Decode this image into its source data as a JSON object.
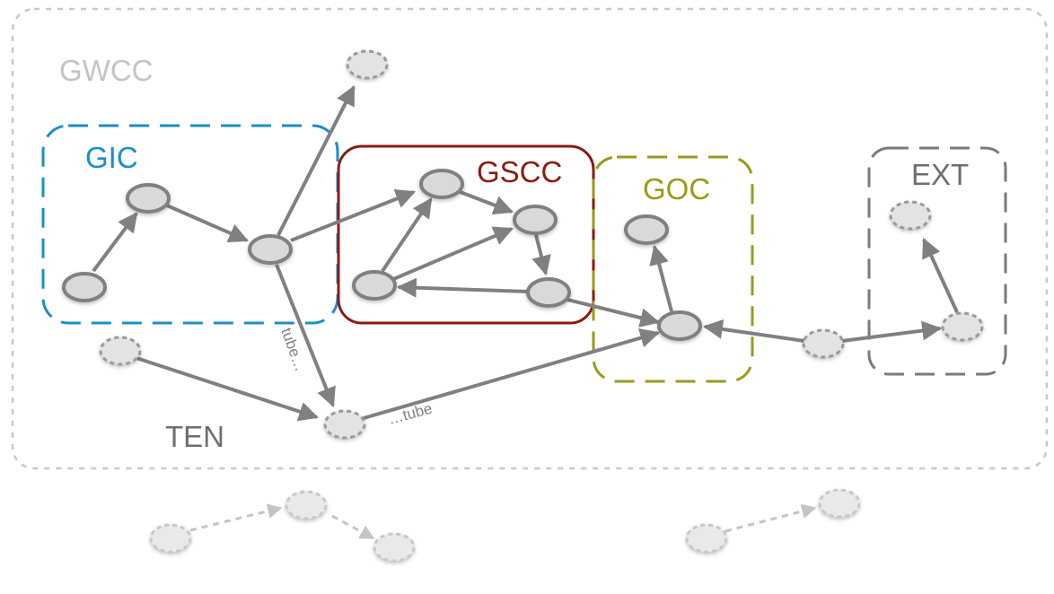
{
  "regions": {
    "gwcc": {
      "label": "GWCC",
      "color": "#b8b8b8"
    },
    "gic": {
      "label": "GIC",
      "color": "#1a8fc9"
    },
    "gscc": {
      "label": "GSCC",
      "color": "#8b1a12"
    },
    "goc": {
      "label": "GOC",
      "color": "#9a9a1a"
    },
    "ext": {
      "label": "EXT",
      "color": "#6e6e6e"
    },
    "ten": {
      "label": "TEN",
      "color": "#6e6e6e"
    }
  },
  "edge_labels": {
    "tube_left": "tube…",
    "tube_right": "…tube"
  },
  "colors": {
    "node_fill": "#d9d9d9",
    "node_stroke": "#808080",
    "edge": "#808080",
    "faint_edge": "#bdbdbd",
    "faint_node": "#e6e6e6"
  },
  "graph": {
    "nodes": [
      {
        "id": "gic_a",
        "region": "GIC"
      },
      {
        "id": "gic_b",
        "region": "GIC"
      },
      {
        "id": "gic_c",
        "region": "GIC"
      },
      {
        "id": "top_dashed",
        "region": "GWCC"
      },
      {
        "id": "gscc_a",
        "region": "GSCC"
      },
      {
        "id": "gscc_b",
        "region": "GSCC"
      },
      {
        "id": "gscc_c",
        "region": "GSCC"
      },
      {
        "id": "gscc_d",
        "region": "GSCC"
      },
      {
        "id": "goc_a",
        "region": "GOC"
      },
      {
        "id": "goc_b",
        "region": "GOC"
      },
      {
        "id": "ten_a",
        "region": "TEN"
      },
      {
        "id": "ten_b",
        "region": "TEN"
      },
      {
        "id": "mid_dashed",
        "region": "GWCC"
      },
      {
        "id": "ext_a",
        "region": "EXT"
      },
      {
        "id": "ext_b",
        "region": "EXT"
      },
      {
        "id": "out_a",
        "region": "outside"
      },
      {
        "id": "out_b",
        "region": "outside"
      },
      {
        "id": "out_c",
        "region": "outside"
      },
      {
        "id": "out_d",
        "region": "outside"
      },
      {
        "id": "out_e",
        "region": "outside"
      }
    ],
    "edges": [
      [
        "gic_a",
        "gic_b"
      ],
      [
        "gic_b",
        "gic_c"
      ],
      [
        "gic_c",
        "top_dashed"
      ],
      [
        "gic_c",
        "gscc_a"
      ],
      [
        "gic_c",
        "ten_b"
      ],
      [
        "gscc_c",
        "gscc_a"
      ],
      [
        "gscc_c",
        "gscc_b"
      ],
      [
        "gscc_a",
        "gscc_b"
      ],
      [
        "gscc_b",
        "gscc_d"
      ],
      [
        "gscc_d",
        "gscc_c"
      ],
      [
        "gscc_d",
        "goc_b"
      ],
      [
        "goc_b",
        "goc_a"
      ],
      [
        "ten_a",
        "ten_b"
      ],
      [
        "ten_b",
        "goc_b"
      ],
      [
        "mid_dashed",
        "goc_b"
      ],
      [
        "mid_dashed",
        "ext_b"
      ],
      [
        "ext_b",
        "ext_a"
      ],
      [
        "out_a",
        "out_b"
      ],
      [
        "out_b",
        "out_c"
      ],
      [
        "out_d",
        "out_e"
      ]
    ]
  }
}
